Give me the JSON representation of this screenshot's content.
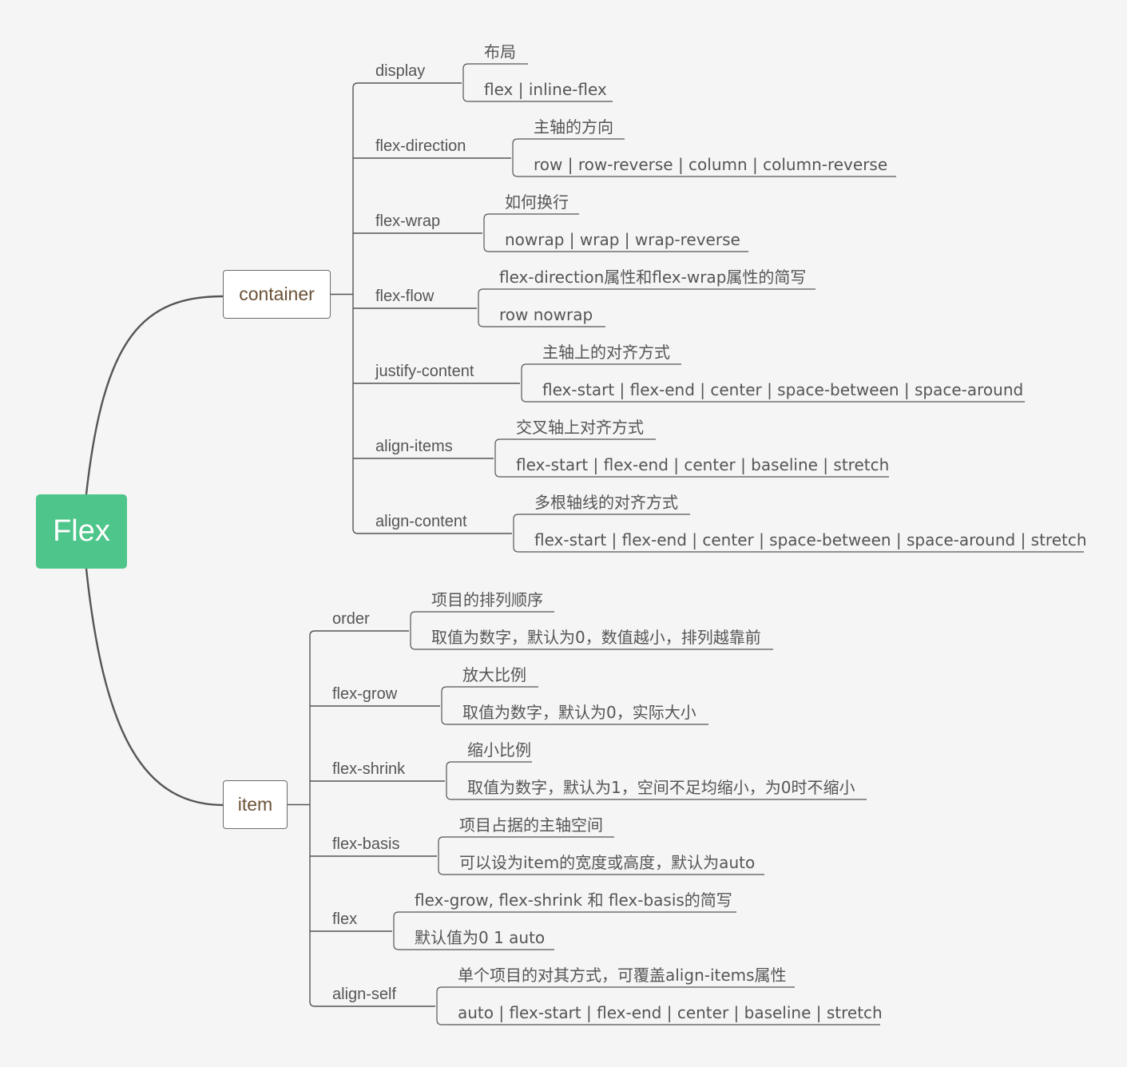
{
  "root": "Flex",
  "branches": [
    {
      "label": "container",
      "props": [
        {
          "name": "display",
          "desc": "布局",
          "values": "flex | inline-flex"
        },
        {
          "name": "flex-direction",
          "desc": "主轴的方向",
          "values": "row | row-reverse | column | column-reverse"
        },
        {
          "name": "flex-wrap",
          "desc": "如何换行",
          "values": "nowrap | wrap | wrap-reverse"
        },
        {
          "name": "flex-flow",
          "desc": "flex-direction属性和flex-wrap属性的简写",
          "values": "row nowrap"
        },
        {
          "name": "justify-content",
          "desc": "主轴上的对齐方式",
          "values": "flex-start | flex-end | center | space-between | space-around"
        },
        {
          "name": "align-items",
          "desc": "交叉轴上对齐方式",
          "values": "flex-start | flex-end | center | baseline | stretch"
        },
        {
          "name": "align-content",
          "desc": "多根轴线的对齐方式",
          "values": "flex-start | flex-end | center | space-between | space-around | stretch"
        }
      ]
    },
    {
      "label": "item",
      "props": [
        {
          "name": "order",
          "desc": "项目的排列顺序",
          "values": "取值为数字，默认为0，数值越小，排列越靠前"
        },
        {
          "name": "flex-grow",
          "desc": "放大比例",
          "values": "取值为数字，默认为0，实际大小"
        },
        {
          "name": "flex-shrink",
          "desc": "缩小比例",
          "values": "取值为数字，默认为1，空间不足均缩小，为0时不缩小"
        },
        {
          "name": "flex-basis",
          "desc": "项目占据的主轴空间",
          "values": "可以设为item的宽度或高度，默认为auto"
        },
        {
          "name": "flex",
          "desc": "flex-grow, flex-shrink 和 flex-basis的简写",
          "values": "默认值为0 1 auto"
        },
        {
          "name": "align-self",
          "desc": "单个项目的对其方式，可覆盖align-items属性",
          "values": "auto | flex-start | flex-end | center | baseline | stretch"
        }
      ]
    }
  ]
}
